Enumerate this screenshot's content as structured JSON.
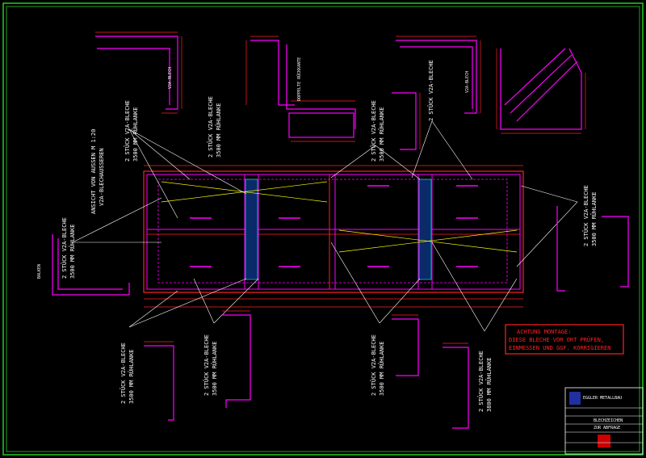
{
  "drawing": {
    "view_label": "ANSICHT VON AUSSEN M 1:20",
    "view_sublabel": "V2A-BLECHAUSSEREN",
    "callouts": {
      "top_left": [
        "2 STÜCK V2A-BLECHE",
        "3500 MM RÜHLANKE"
      ],
      "top_center": [
        "2 STÜCK V2A-BLECHE",
        "3500 MM RÜHLANKE"
      ],
      "top_right": [
        "2 STÜCK V2A-BLECHE",
        "3500 MM RÜHLANKE"
      ],
      "left_mid": [
        "2 STÜCK V2A-BLECHE",
        "3500 MM RÜHLANKE"
      ],
      "right_mid": [
        "2 STÜCK V2A-BLECHE",
        "3500 MM RÜHLANKE"
      ],
      "bottom_1": [
        "2 STÜCK V2A-BLECHE",
        "3500 MM RÜHLANKE"
      ],
      "bottom_2": [
        "2 STÜCK V2A-BLECHE",
        "3500 MM RÜHLANKE"
      ],
      "bottom_3": [
        "2 STÜCK V2A-BLECHE",
        "3500 MM RÜHLANKE"
      ],
      "bottom_4": [
        "2 STÜCK V2A-BLECHE",
        "3800 MM RÜHLANKE"
      ]
    },
    "warning": {
      "line1": "ACHTUNG MONTAGE:",
      "line2": "DIESE BLECHE VOR ORT PRÜFEN,",
      "line3": "EINMESSEN UND GGF. KORRIGIEREN"
    }
  },
  "title_block": {
    "company": "EGGLER METALLBAU",
    "content": "BLECHZEICHEN",
    "note": "ZUR ABFRAGE"
  },
  "colors": {
    "frame": "#22cc22",
    "magenta": "#ff00ff",
    "red": "#ff2020",
    "white": "#ffffff",
    "yellow": "#ffff00",
    "cyan": "#00ffff"
  }
}
